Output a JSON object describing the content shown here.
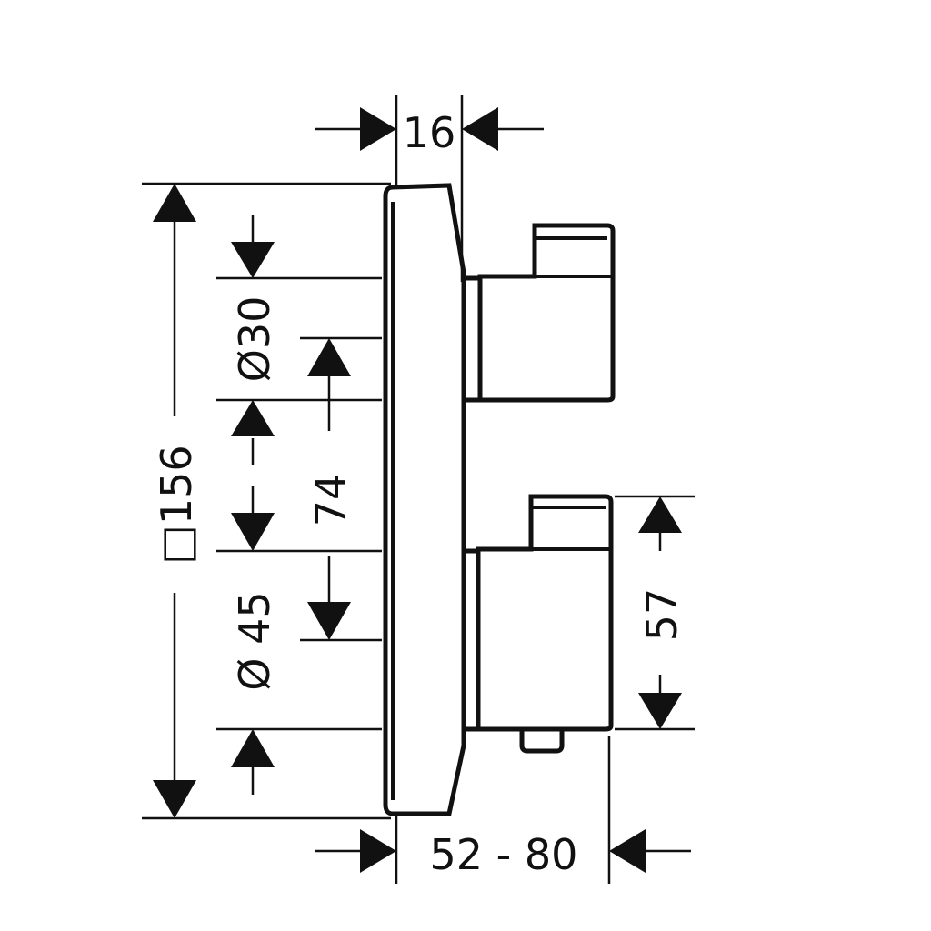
{
  "diagram": {
    "line_color": "#111111",
    "background": "#ffffff",
    "dimensions": {
      "cover_thickness": "16",
      "plate_size": "□156",
      "upper_handle_diameter": "Ø30",
      "handle_spacing": "74",
      "lower_handle_diameter": "Ø 45",
      "lower_handle_height": "57",
      "projection_range": "52 - 80"
    }
  }
}
